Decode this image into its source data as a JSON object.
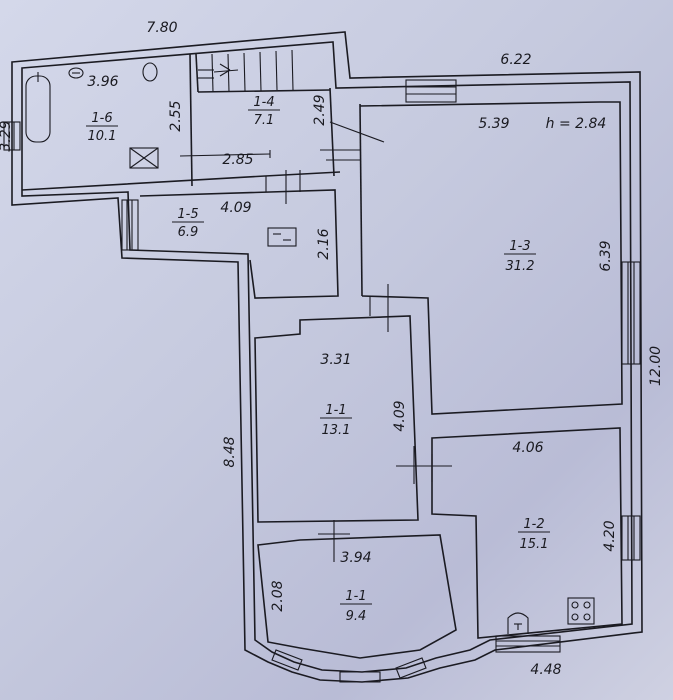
{
  "plan": {
    "rooms": [
      {
        "id": "1-6",
        "area": "10.1"
      },
      {
        "id": "1-4",
        "area": "7.1"
      },
      {
        "id": "1-5",
        "area": "6.9"
      },
      {
        "id": "1-3",
        "area": "31.2"
      },
      {
        "id": "1-1",
        "area": "13.1"
      },
      {
        "id": "1-2",
        "area": "15.1"
      },
      {
        "id": "1-1",
        "area": "9.4"
      }
    ],
    "dimensions": {
      "top_left_width": "7.80",
      "top_right_width": "6.22",
      "left_height_small": "3.29",
      "room_16_width": "3.96",
      "room_16_height": "2.55",
      "room_14_height": "2.49",
      "corridor_width": "2.85",
      "room_15_width": "4.09",
      "room_15_height": "2.16",
      "room_13_width": "5.39",
      "ceiling_height": "h = 2.84",
      "room_13_height": "6.39",
      "right_total_height": "12.00",
      "room_11a_width": "3.31",
      "room_11a_height": "4.09",
      "left_total_height": "8.48",
      "room_12_width": "4.06",
      "room_12_height": "4.20",
      "room_11b_width": "3.94",
      "room_11b_height": "2.08",
      "bottom_width": "4.48"
    }
  }
}
